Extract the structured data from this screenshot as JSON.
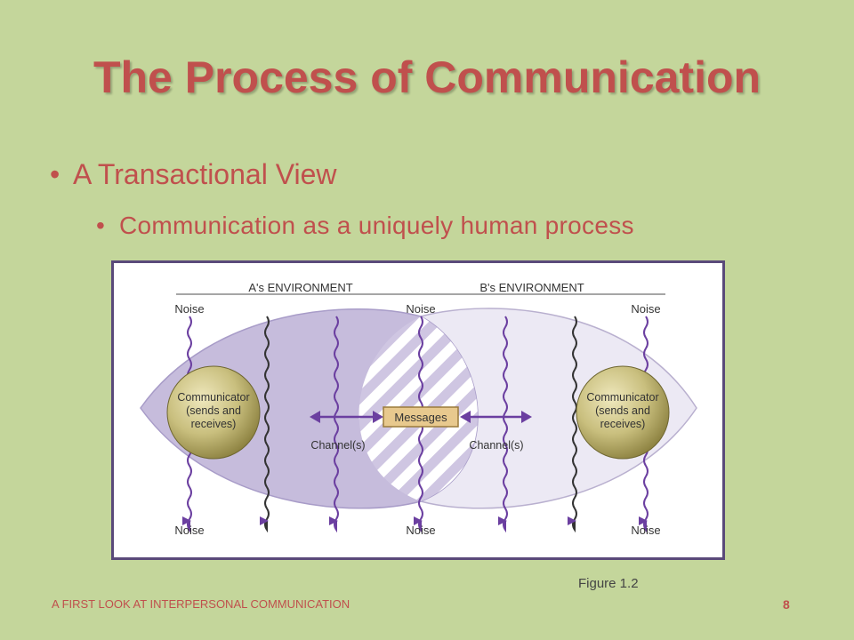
{
  "slide": {
    "title": "The Process of Communication",
    "bullet_level1": "A Transactional View",
    "bullet_level2": "Communication as a uniquely human process",
    "caption": "Figure 1.2",
    "footer": "A FIRST LOOK AT INTERPERSONAL COMMUNICATION",
    "page_number": "8"
  },
  "diagram": {
    "env_a": "A's ENVIRONMENT",
    "env_b": "B's ENVIRONMENT",
    "noise_label": "Noise",
    "communicator_a": [
      "Communicator",
      "(sends and",
      "receives)"
    ],
    "communicator_b": [
      "Communicator",
      "(sends and",
      "receives)"
    ],
    "messages": "Messages",
    "channel_a": "Channel(s)",
    "channel_b": "Channel(s)"
  }
}
